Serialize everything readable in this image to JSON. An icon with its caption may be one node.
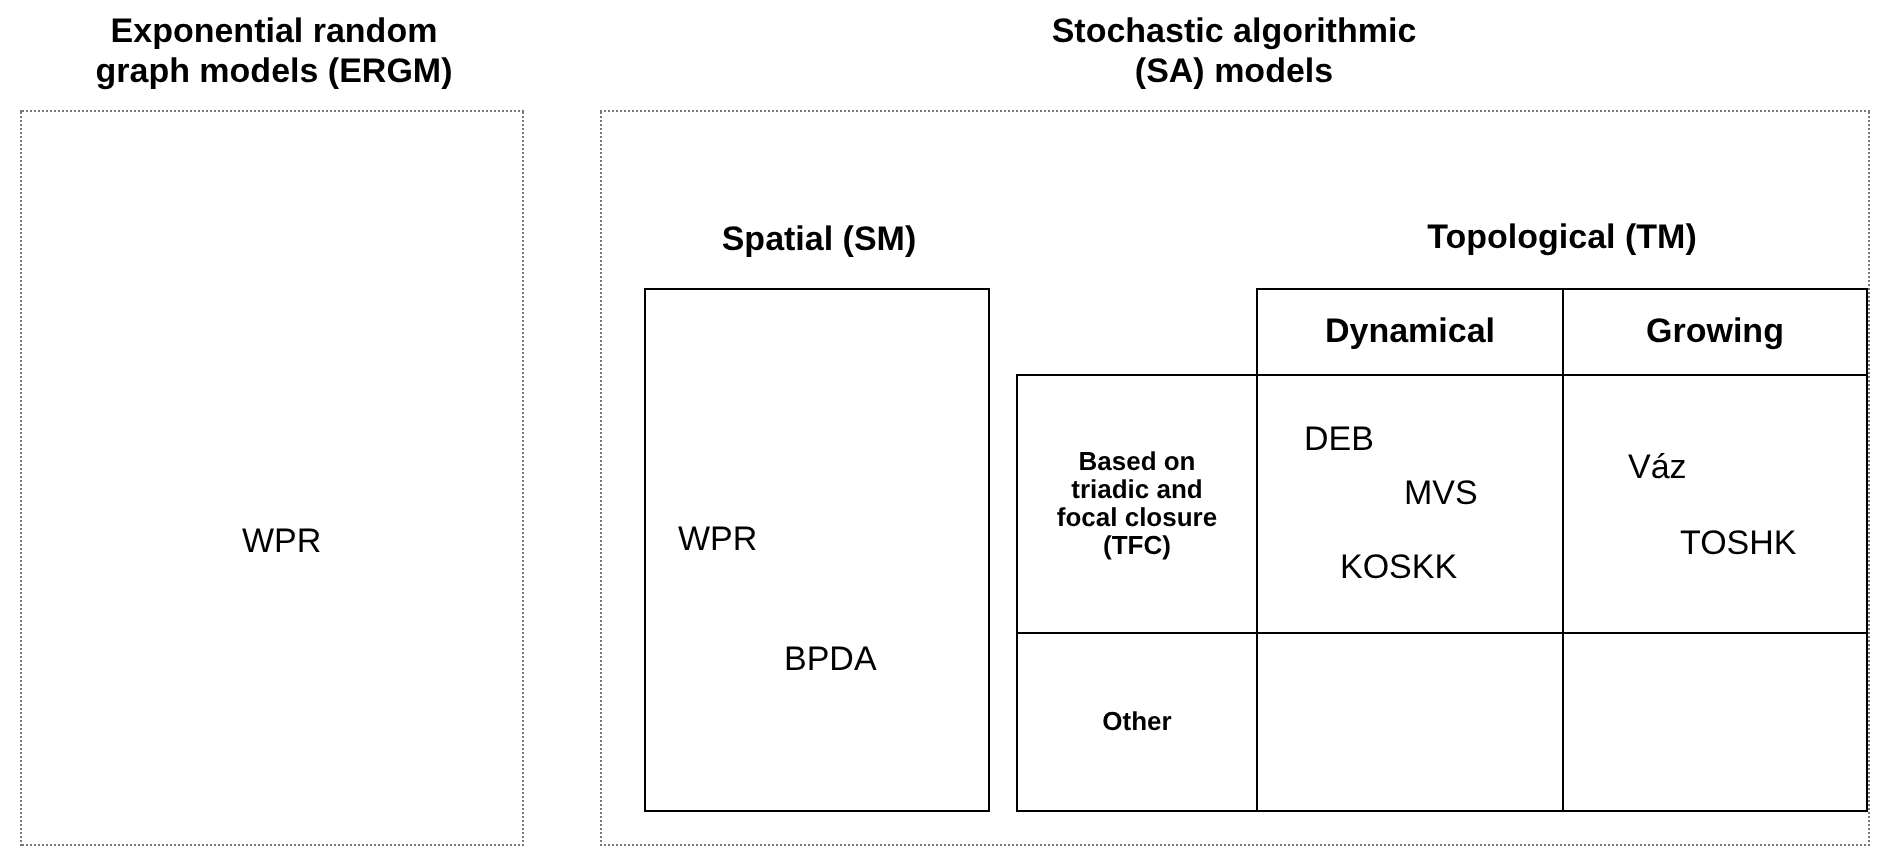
{
  "diagram": {
    "nodes": [
      {
        "text": [
          "Exponential random graph models (ERGM)",
          "WPR"
        ]
      },
      {
        "text": [
          "Stochastic algorithmic (SA) models"
        ]
      },
      {
        "text": [
          "Spatial (SM)",
          "WPR",
          "BPDA"
        ],
        "in": 1
      },
      {
        "text": [
          "Topological (TM)"
        ],
        "in": 1
      },
      {
        "text": [
          "Dynamical"
        ],
        "in": 3
      },
      {
        "text": [
          "Growing"
        ],
        "in": 3
      },
      {
        "text": [
          "Based on triadic and focal closure (TFC)"
        ],
        "in": 3
      },
      {
        "text": [
          "DEB",
          "MVS",
          "KOSKK"
        ],
        "in": 3
      },
      {
        "text": [
          "Váz",
          "TOSHK"
        ],
        "in": 3
      },
      {
        "text": [
          "Other"
        ],
        "in": 3
      },
      {
        "text": [],
        "shape": "box",
        "in": 3
      },
      {
        "text": [],
        "shape": "box",
        "in": 3
      }
    ],
    "edges": []
  }
}
